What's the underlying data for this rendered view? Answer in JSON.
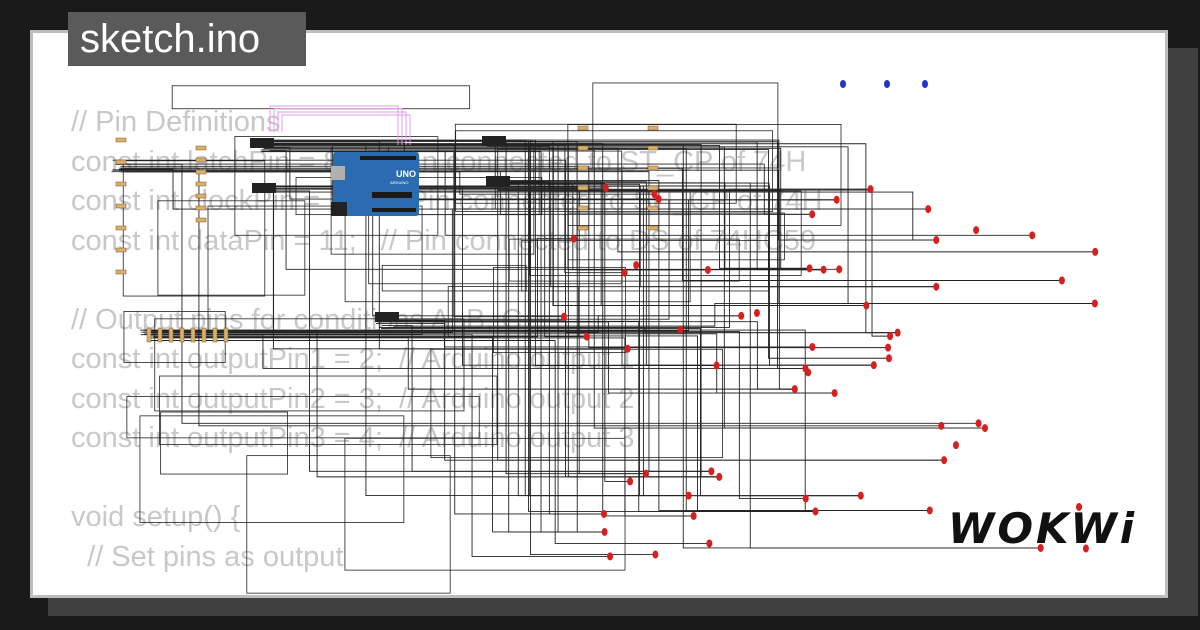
{
  "title": "sketch.ino",
  "code_lines": [
    "// Pin Definitions",
    "const int latchPin = 8;   // Pin connected to ST_CP of 74H",
    "const int clockPin = 12;  // Pin connected to SH_CP of 74H",
    "const int dataPin = 11;   // Pin connected to DS of 74HC59",
    "",
    "// Output pins for conditions A, B, C",
    "const int outputPin1 = 2;  // Arduino output 1",
    "const int outputPin2 = 3;  // Arduino output 2",
    "const int outputPin3 = 4;  // Arduino output 3",
    "",
    "void setup() {",
    "  // Set pins as output"
  ],
  "board": {
    "label": "UNO",
    "sub_label": "ARDUINO"
  },
  "logo_text": "WOKWi",
  "colors": {
    "frame": "#1a1a1a",
    "card": "#ffffff",
    "shadow": "#404040",
    "tab": "#5a5a5a",
    "code": "#c8c8c8",
    "board": "#2b6cb0",
    "led_red": "#d62020",
    "led_blue": "#2233cc",
    "wire": "#222222"
  }
}
